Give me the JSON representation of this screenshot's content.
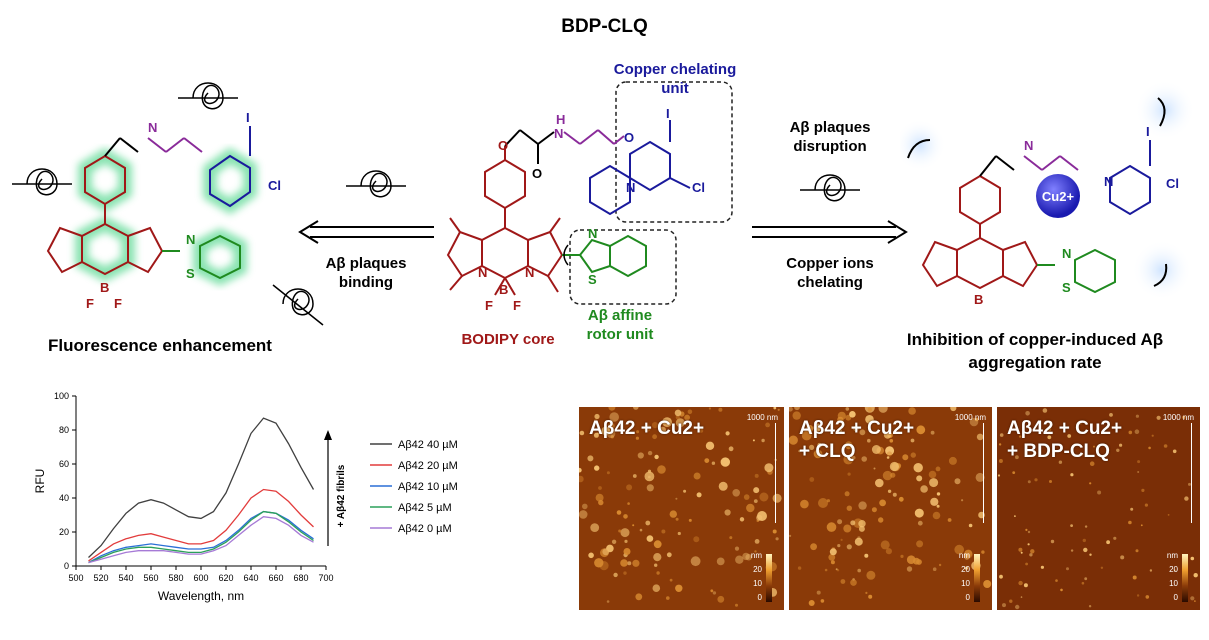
{
  "title": "BDP-CLQ",
  "labels": {
    "copper_unit": "Copper chelating unit",
    "bodipy_core": "BODIPY core",
    "rotor_unit": "Aβ affine rotor unit",
    "plaques_binding": "Aβ plaques binding",
    "plaques_disruption": "Aβ plaques disruption",
    "copper_chelating": "Copper ions chelating",
    "fluorescence": "Fluorescence enhancement",
    "inhibition": "Inhibition of copper-induced Aβ aggregation rate",
    "cu_ion": "Cu2+"
  },
  "atoms": {
    "N": "N",
    "H": "H",
    "O": "O",
    "I": "I",
    "Cl": "Cl",
    "B": "B",
    "F": "F",
    "S": "S"
  },
  "chart_data": {
    "type": "line",
    "xlabel": "Wavelength, nm",
    "ylabel": "RFU",
    "xlim": [
      500,
      700
    ],
    "ylim": [
      0,
      100
    ],
    "xticks": [
      500,
      520,
      540,
      560,
      580,
      600,
      620,
      640,
      660,
      680,
      700
    ],
    "yticks": [
      0,
      20,
      40,
      60,
      80,
      100
    ],
    "arrow_label": "+ Aβ42 fibrils",
    "legend_position": "right",
    "x": [
      510,
      520,
      530,
      540,
      550,
      560,
      570,
      580,
      590,
      600,
      610,
      620,
      630,
      640,
      650,
      660,
      670,
      680,
      690
    ],
    "series": [
      {
        "name": "Aβ42 40 µM",
        "color": "#404040",
        "values": [
          5,
          12,
          22,
          31,
          37,
          39,
          37,
          33,
          29,
          28,
          32,
          43,
          60,
          78,
          87,
          84,
          72,
          58,
          45
        ]
      },
      {
        "name": "Aβ42 20 µM",
        "color": "#e23c3c",
        "values": [
          3,
          8,
          13,
          16,
          18,
          19,
          17,
          15,
          13,
          13,
          15,
          21,
          30,
          40,
          45,
          44,
          38,
          30,
          23
        ]
      },
      {
        "name": "Aβ42 10 µM",
        "color": "#2a6fd6",
        "values": [
          2,
          6,
          9,
          11,
          12,
          13,
          12,
          11,
          10,
          10,
          11,
          15,
          21,
          28,
          32,
          31,
          27,
          21,
          16
        ]
      },
      {
        "name": "Aβ42 5 µM",
        "color": "#2ca05a",
        "values": [
          2,
          5,
          8,
          10,
          11,
          11,
          10,
          9,
          8,
          8,
          10,
          14,
          20,
          27,
          32,
          31,
          26,
          20,
          15
        ]
      },
      {
        "name": "Aβ42 0 µM",
        "color": "#a67ad6",
        "values": [
          2,
          4,
          6,
          8,
          9,
          9,
          9,
          8,
          7,
          7,
          9,
          12,
          18,
          24,
          29,
          28,
          24,
          18,
          14
        ]
      }
    ]
  },
  "afm": [
    {
      "line1": "Aβ42 + Cu2+",
      "line2": "",
      "scale": "1000 nm",
      "cb": [
        "nm",
        "20",
        "10",
        "0"
      ]
    },
    {
      "line1": "Aβ42 + Cu2+",
      "line2": "+ CLQ",
      "scale": "1000 nm",
      "cb": [
        "nm",
        "20",
        "10",
        "0"
      ]
    },
    {
      "line1": "Aβ42 + Cu2+",
      "line2": "+ BDP-CLQ",
      "scale": "1000 nm",
      "cb": [
        "nm",
        "20",
        "10",
        "0"
      ]
    }
  ]
}
